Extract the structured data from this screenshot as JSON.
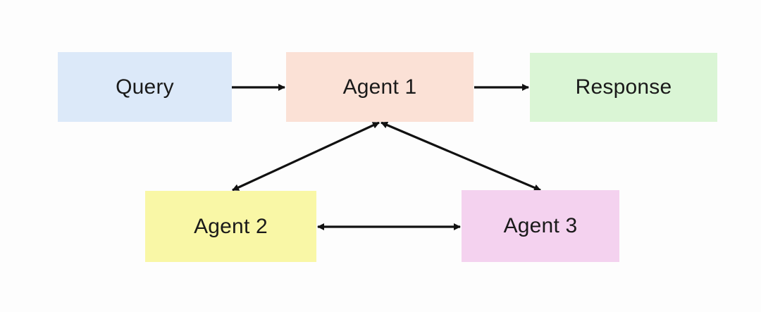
{
  "nodes": {
    "query": {
      "label": "Query",
      "color": "#dce9f9"
    },
    "agent1": {
      "label": "Agent 1",
      "color": "#fbe1d6"
    },
    "response": {
      "label": "Response",
      "color": "#daf5d5"
    },
    "agent2": {
      "label": "Agent 2",
      "color": "#f9f7a6"
    },
    "agent3": {
      "label": "Agent 3",
      "color": "#f4d2ef"
    }
  },
  "edges": [
    {
      "from": "query",
      "to": "agent1",
      "direction": "one-way"
    },
    {
      "from": "agent1",
      "to": "response",
      "direction": "one-way"
    },
    {
      "from": "agent1",
      "to": "agent2",
      "direction": "two-way"
    },
    {
      "from": "agent1",
      "to": "agent3",
      "direction": "two-way"
    },
    {
      "from": "agent2",
      "to": "agent3",
      "direction": "two-way"
    }
  ],
  "arrow_color": "#111111"
}
